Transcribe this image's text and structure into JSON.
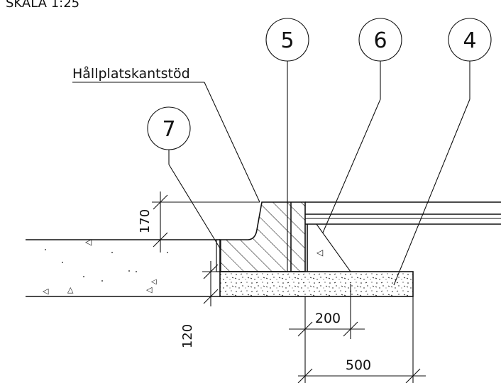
{
  "scale_label": "SKALA  1:25",
  "component_label": "Hållplatskantstöd",
  "callouts": [
    {
      "id": "callout-5",
      "number": "5"
    },
    {
      "id": "callout-6",
      "number": "6"
    },
    {
      "id": "callout-4",
      "number": "4"
    },
    {
      "id": "callout-7",
      "number": "7"
    }
  ],
  "dimensions": {
    "height_upper": "170",
    "height_lower": "120",
    "width_inner": "200",
    "width_outer": "500"
  }
}
